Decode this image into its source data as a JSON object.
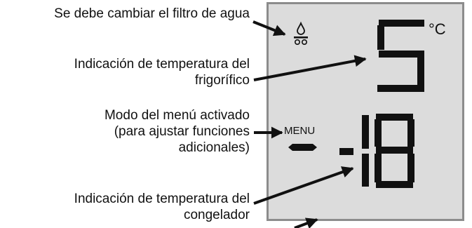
{
  "labels": {
    "water_filter": "Se debe cambiar el filtro de agua",
    "fridge_temp_line1": "Indicación de temperatura del",
    "fridge_temp_line2": "frigorífico",
    "menu_mode_line1": "Modo del menú activado",
    "menu_mode_line2": "(para ajustar funciones",
    "menu_mode_line3": "adicionales)",
    "freezer_temp_line1": "Indicación de temperatura del",
    "freezer_temp_line2": "congelador"
  },
  "display": {
    "unit": "°C",
    "menu_text": "MENU",
    "fridge_value": "5",
    "freezer_sign": "-",
    "freezer_value": "18",
    "water_filter_icon": "water-drop-icon"
  },
  "colors": {
    "panel_background": "#dcdcdc",
    "panel_border": "#8c8c8c",
    "segment": "#111111",
    "text": "#111111"
  }
}
